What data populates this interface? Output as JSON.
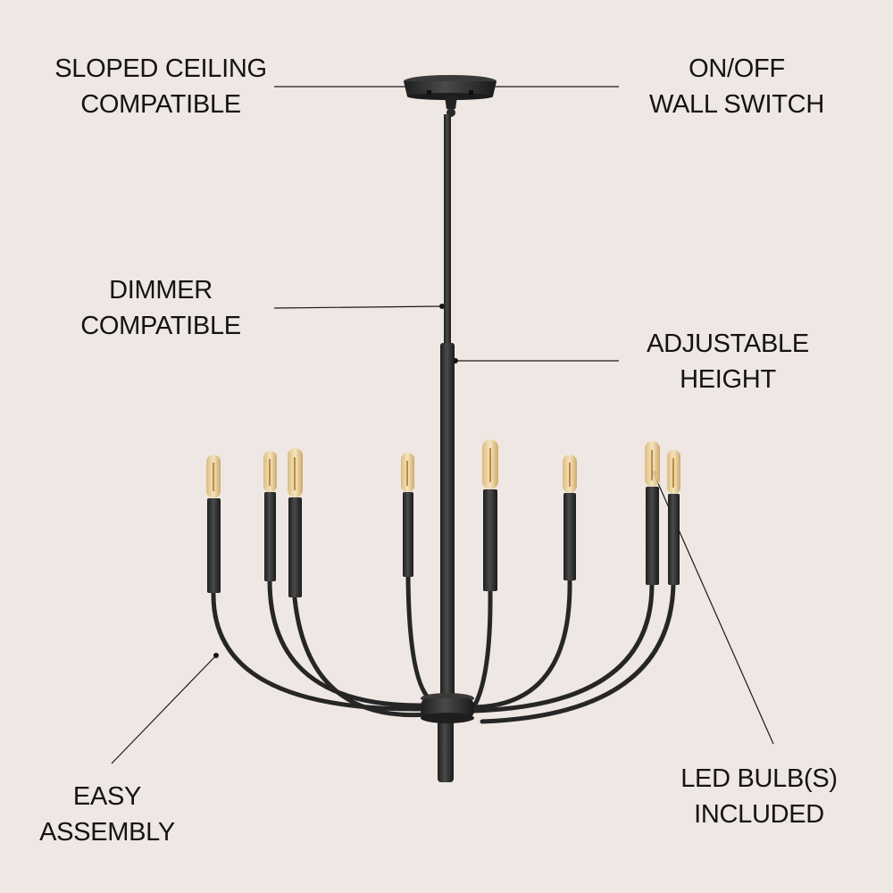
{
  "features": {
    "sloped_ceiling": {
      "line1": "SLOPED CEILING",
      "line2": "COMPATIBLE"
    },
    "wall_switch": {
      "line1": "ON/OFF",
      "line2": "WALL SWITCH"
    },
    "dimmer": {
      "line1": "DIMMER",
      "line2": "COMPATIBLE"
    },
    "adjustable_height": {
      "line1": "ADJUSTABLE",
      "line2": "HEIGHT"
    },
    "easy_assembly": {
      "line1": "EASY",
      "line2": "ASSEMBLY"
    },
    "led_bulbs": {
      "line1": "LED BULB(S)",
      "line2": "INCLUDED"
    }
  },
  "colors": {
    "background": "#efe7e3",
    "fixture": "#2b2b2b",
    "bulb": "#e9c98d",
    "text": "#141414"
  }
}
